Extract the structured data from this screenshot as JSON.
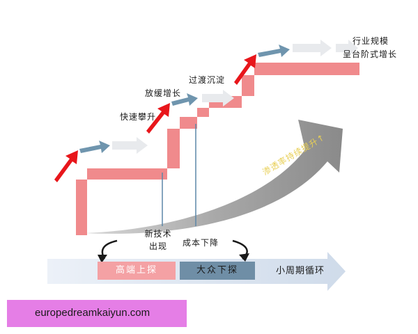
{
  "labels": {
    "top_right_line1": "行业规模",
    "top_right_line2": "呈台阶式增长",
    "stage_rise": "快速攀升",
    "stage_slow": "放缓增长",
    "stage_settle": "过渡沉淀",
    "tech_line1": "新技术",
    "tech_line2": "出现",
    "cost_drop": "成本下降",
    "curve_text": "渗透率持续提升↑",
    "high_end": "高端上探",
    "mass_market": "大众下探",
    "cycle": "小周期循环"
  },
  "colors": {
    "stairs": "#f08a8c",
    "red_arrow": "#e8161b",
    "steel_arrow": "#6f95ae",
    "light_arrow": "#e8eaed",
    "curve_arrow": "#9a9a9a",
    "bottom_bar": "#dde6f1",
    "high_box": "#f4a1a4",
    "mass_box": "#6f8ea6",
    "watermark": "#e57ee6"
  },
  "watermark_text": "europedreamkaiyun.com"
}
